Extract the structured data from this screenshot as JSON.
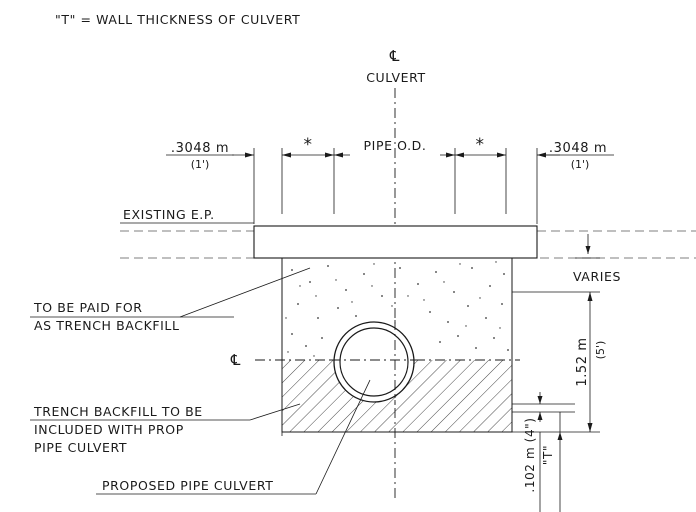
{
  "note": "\"T\" = WALL THICKNESS OF CULVERT",
  "centerline_symbol": "℄",
  "centerline_label": "CULVERT",
  "dims": {
    "left_width": ".3048 m",
    "left_width_ft": "(1')",
    "right_width": ".3048 m",
    "right_width_ft": "(1')",
    "star_left": "*",
    "star_right": "*",
    "pipe_od": "PIPE O.D.",
    "varies": "VARIES",
    "depth": "1.52 m",
    "depth_ft": "(5')",
    "bedding": ".102 m (4\")",
    "wall_t": "\"T\""
  },
  "labels": {
    "existing_ep": "EXISTING E.P.",
    "paid_line1": "TO BE PAID FOR",
    "paid_line2": "AS TRENCH BACKFILL",
    "included_line1": "TRENCH BACKFILL TO BE",
    "included_line2": "INCLUDED WITH PROP",
    "included_line3": "PIPE CULVERT",
    "proposed": "PROPOSED PIPE CULVERT"
  }
}
